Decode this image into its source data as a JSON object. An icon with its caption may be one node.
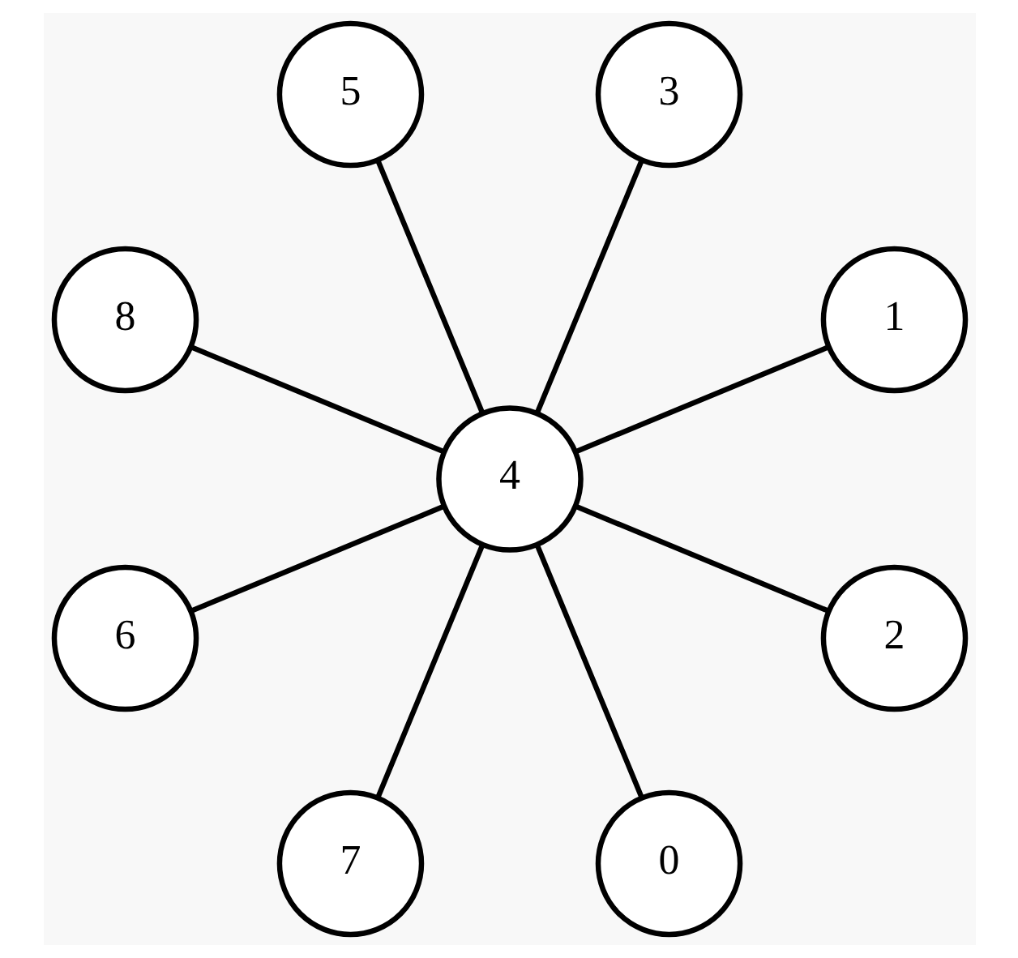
{
  "diagram": {
    "nodes": [
      {
        "text": [
          "1"
        ]
      },
      {
        "text": [
          "3"
        ]
      },
      {
        "text": [
          "5"
        ]
      },
      {
        "text": [
          "8"
        ]
      },
      {
        "text": [
          "4"
        ]
      },
      {
        "text": [
          "6"
        ]
      },
      {
        "text": [
          "7"
        ]
      },
      {
        "text": [
          "0"
        ]
      },
      {
        "text": [
          "2"
        ]
      }
    ],
    "edges": [
      {
        "from": 4,
        "to": 0,
        "arrow": "none"
      },
      {
        "from": 4,
        "to": 1,
        "arrow": "none"
      },
      {
        "from": 4,
        "to": 2,
        "arrow": "none"
      },
      {
        "from": 4,
        "to": 3,
        "arrow": "none"
      },
      {
        "from": 4,
        "to": 5,
        "arrow": "none"
      },
      {
        "from": 4,
        "to": 6,
        "arrow": "none"
      },
      {
        "from": 4,
        "to": 7,
        "arrow": "none"
      },
      {
        "from": 4,
        "to": 8,
        "arrow": "none"
      }
    ]
  }
}
